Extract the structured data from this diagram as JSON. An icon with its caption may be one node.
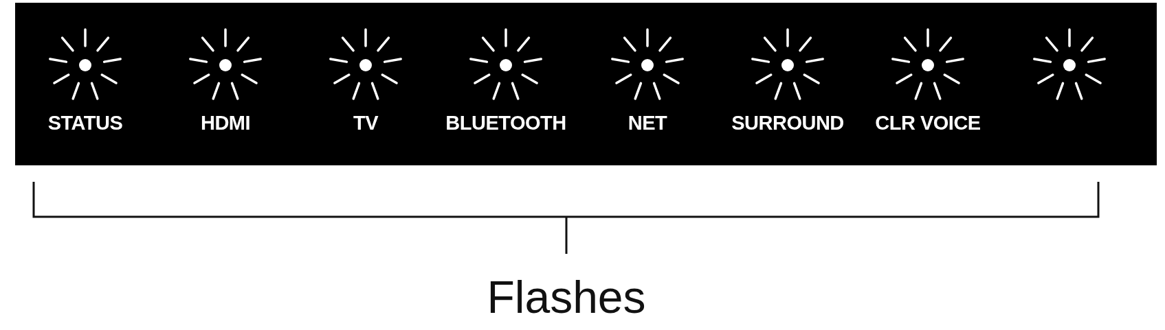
{
  "diagram": {
    "labels": [
      "STATUS",
      "HDMI",
      "TV",
      "BLUETOOTH",
      "NET",
      "SURROUND",
      "CLR VOICE",
      "Flashes"
    ]
  }
}
